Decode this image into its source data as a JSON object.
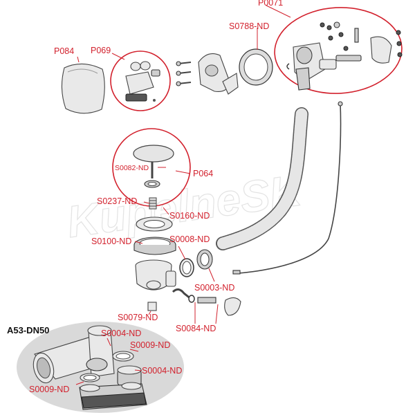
{
  "labels": {
    "p0071": "P0071",
    "s0788": "S0788-ND",
    "p084": "P084",
    "p069": "P069",
    "s0082": "S0082-ND",
    "p064": "P064",
    "s0237": "S0237-ND",
    "s0160": "S0160-ND",
    "s0100": "S0100-ND",
    "s0008": "S0008-ND",
    "s0003": "S0003-ND",
    "s0079": "S0079-ND",
    "s0084": "S0084-ND",
    "a53": "A53-DN50",
    "s0004_top": "S0004-ND",
    "s0009_top": "S0009-ND",
    "s0004_bottom": "S0004-ND",
    "s0009_bottom": "S0009-ND"
  },
  "watermark": "KupelneSK",
  "colors": {
    "label_red": "#d2202c",
    "highlight_gray": "#d9d9d9",
    "part_fill": "#e9e9e9",
    "outline": "#333333"
  }
}
